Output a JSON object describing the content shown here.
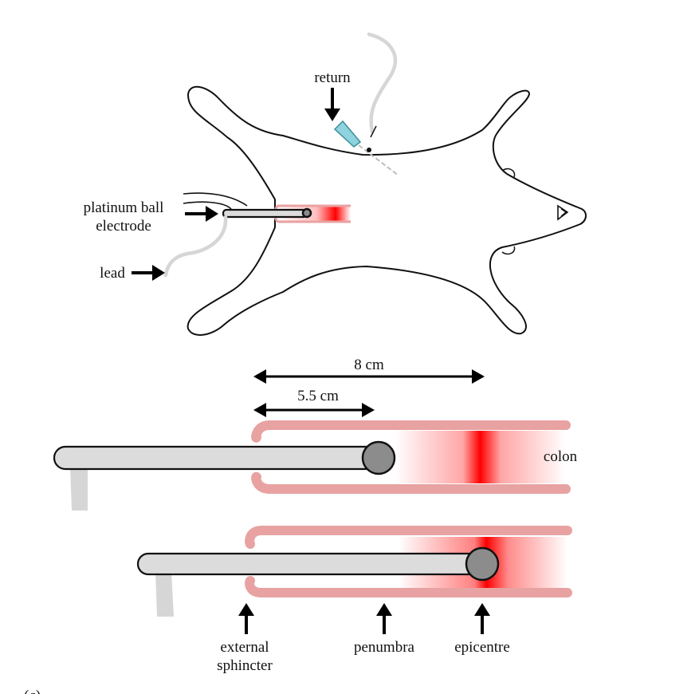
{
  "labels": {
    "return": "return",
    "platinum_line1": "platinum ball",
    "platinum_line2": "electrode",
    "lead": "lead",
    "dist_8": "8 cm",
    "dist_5_5": "5.5 cm",
    "colon": "colon",
    "external_line1": "external",
    "external_line2": "sphincter",
    "penumbra": "penumbra",
    "epicentre": "epicentre",
    "panel": "(c)"
  },
  "colors": {
    "lesion": "#ff0000",
    "colon_wall": "#e8a2a2",
    "needle": "#8fd3de",
    "rod": "#dcdcdc",
    "ball": "#8c8c8c"
  }
}
